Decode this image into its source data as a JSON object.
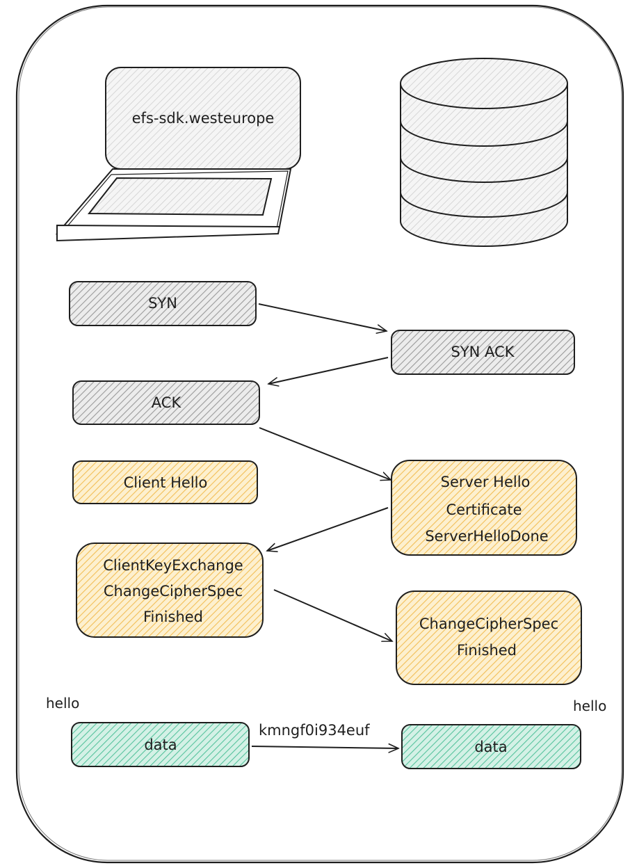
{
  "client": {
    "label": "efs-sdk.westeurope"
  },
  "colors": {
    "stroke": "#1e1e1e",
    "gray_fill": "#c9c9c9",
    "yellow_fill": "#f5c96a",
    "green_fill": "#63c9a6"
  },
  "tcp": {
    "syn": "SYN",
    "syn_ack": "SYN ACK",
    "ack": "ACK"
  },
  "tls": {
    "client_hello": "Client Hello",
    "server_hello_lines": [
      "Server Hello",
      "Certificate",
      "ServerHelloDone"
    ],
    "client_key_exchange_lines": [
      "ClientKeyExchange",
      "ChangeCipherSpec",
      "Finished"
    ],
    "server_finished_lines": [
      "ChangeCipherSpec",
      "Finished"
    ]
  },
  "data_exchange": {
    "left_plaintext": "hello",
    "right_plaintext": "hello",
    "left_box": "data",
    "right_box": "data",
    "ciphertext": "kmngf0i934euf"
  }
}
